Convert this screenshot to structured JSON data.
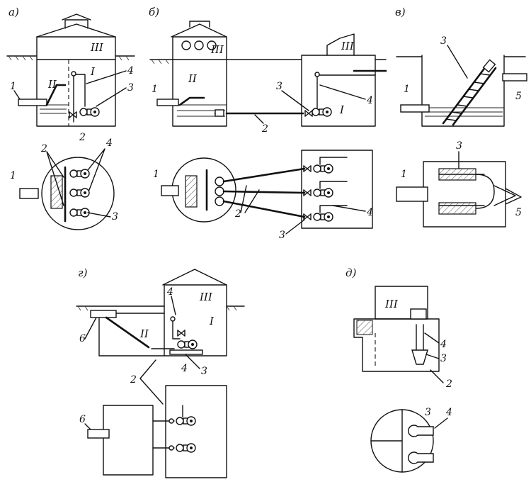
{
  "panels": [
    {
      "id": "a",
      "label": "а)"
    },
    {
      "id": "b",
      "label": "б)"
    },
    {
      "id": "v",
      "label": "в)"
    },
    {
      "id": "g",
      "label": "г)"
    },
    {
      "id": "d",
      "label": "д)"
    }
  ],
  "labels": {
    "n1": "1",
    "n2": "2",
    "n3": "3",
    "n4": "4",
    "n5": "5",
    "n6": "6",
    "r1": "I",
    "r2": "II",
    "r3": "III"
  }
}
